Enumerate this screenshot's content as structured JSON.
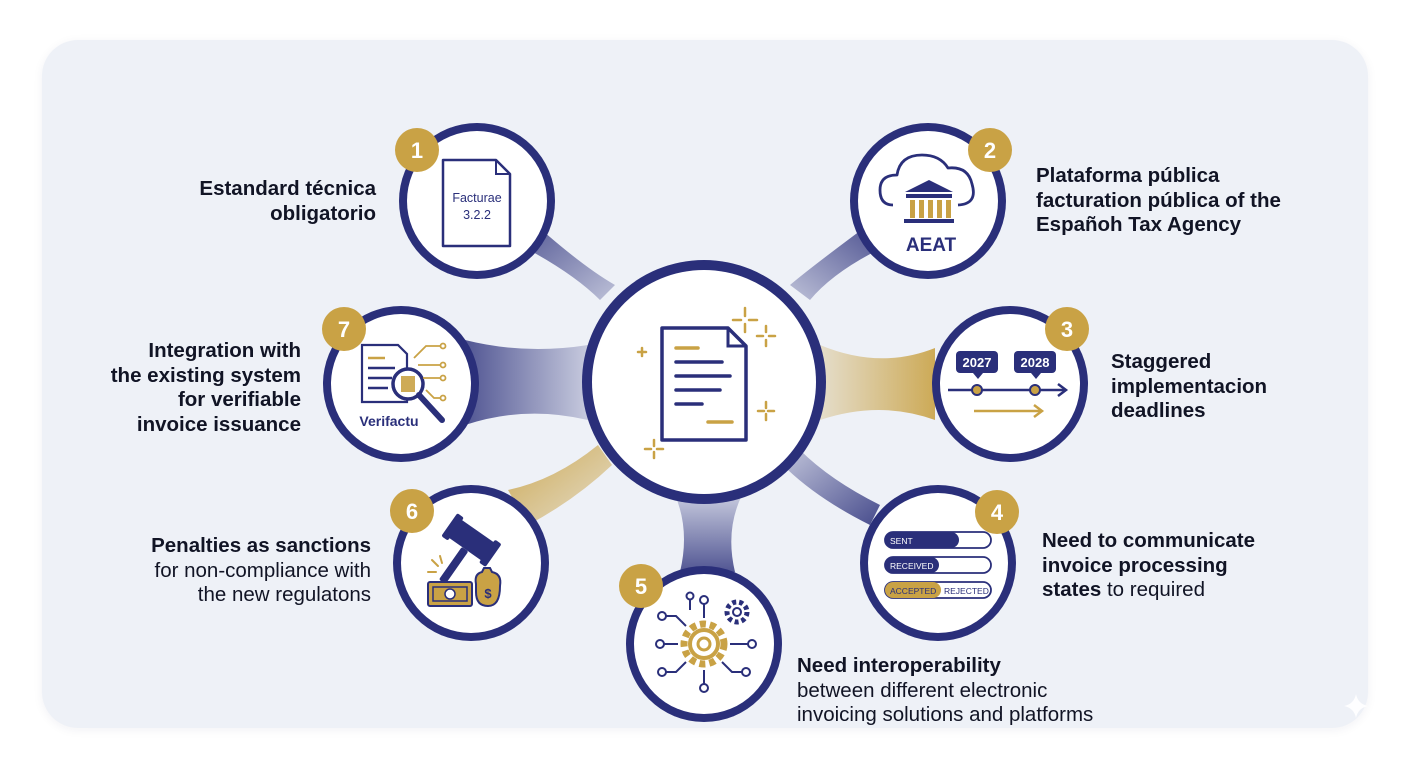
{
  "center": {
    "icon": "document-icon"
  },
  "nodes": [
    {
      "number": "1",
      "icon": "document-icon",
      "icon_text": [
        "Facturae",
        "3.2.2"
      ],
      "label": [
        "Estandard técnica",
        "obligatorio"
      ]
    },
    {
      "number": "2",
      "icon": "cloud-bank-icon",
      "icon_text": [
        "AEAT"
      ],
      "label": [
        "Plataforma pública",
        "facturation pública of the",
        "Españoh Tax Agency"
      ]
    },
    {
      "number": "3",
      "icon": "timeline-icon",
      "icon_text": [
        "2027",
        "2028"
      ],
      "label": [
        "Staggered",
        "implementacion",
        "deadlines"
      ]
    },
    {
      "number": "4",
      "icon": "status-bars-icon",
      "icon_text": [
        "SENT",
        "RECEIVED",
        "ACCEPTED",
        "REJECTED"
      ],
      "label_bold": [
        "Need to communicate",
        "invoice processing",
        "states"
      ],
      "label_rest": " to required"
    },
    {
      "number": "5",
      "icon": "gears-network-icon",
      "label_bold": "Need interoperability",
      "label": [
        "between different electronic",
        "invoicing solutions and platforms"
      ]
    },
    {
      "number": "6",
      "icon": "gavel-money-icon",
      "label_bold": "Penalties as sanctions",
      "label": [
        "for non-compliance with",
        "the new regulatons"
      ]
    },
    {
      "number": "7",
      "icon": "magnifier-document-icon",
      "icon_text": [
        "Verifactu"
      ],
      "label": [
        "Integration with",
        "the existing system",
        "for verifiable",
        "invoice issuance"
      ]
    }
  ],
  "colors": {
    "navy": "#2a2f7a",
    "gold": "#c9a245",
    "background": "#eef1f7",
    "text": "#111425"
  }
}
